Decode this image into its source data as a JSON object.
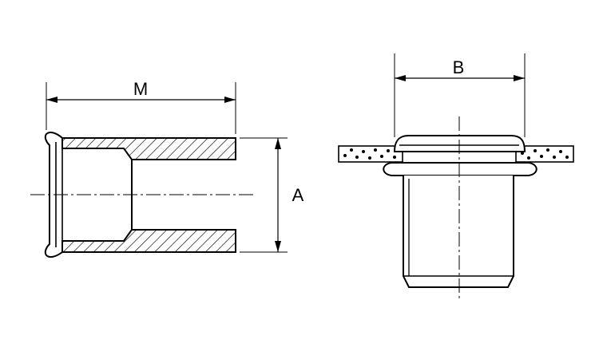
{
  "dimensions": {
    "m_label": "M",
    "a_label": "A",
    "b_label": "B"
  },
  "colors": {
    "line": "#000000",
    "background": "#ffffff"
  }
}
